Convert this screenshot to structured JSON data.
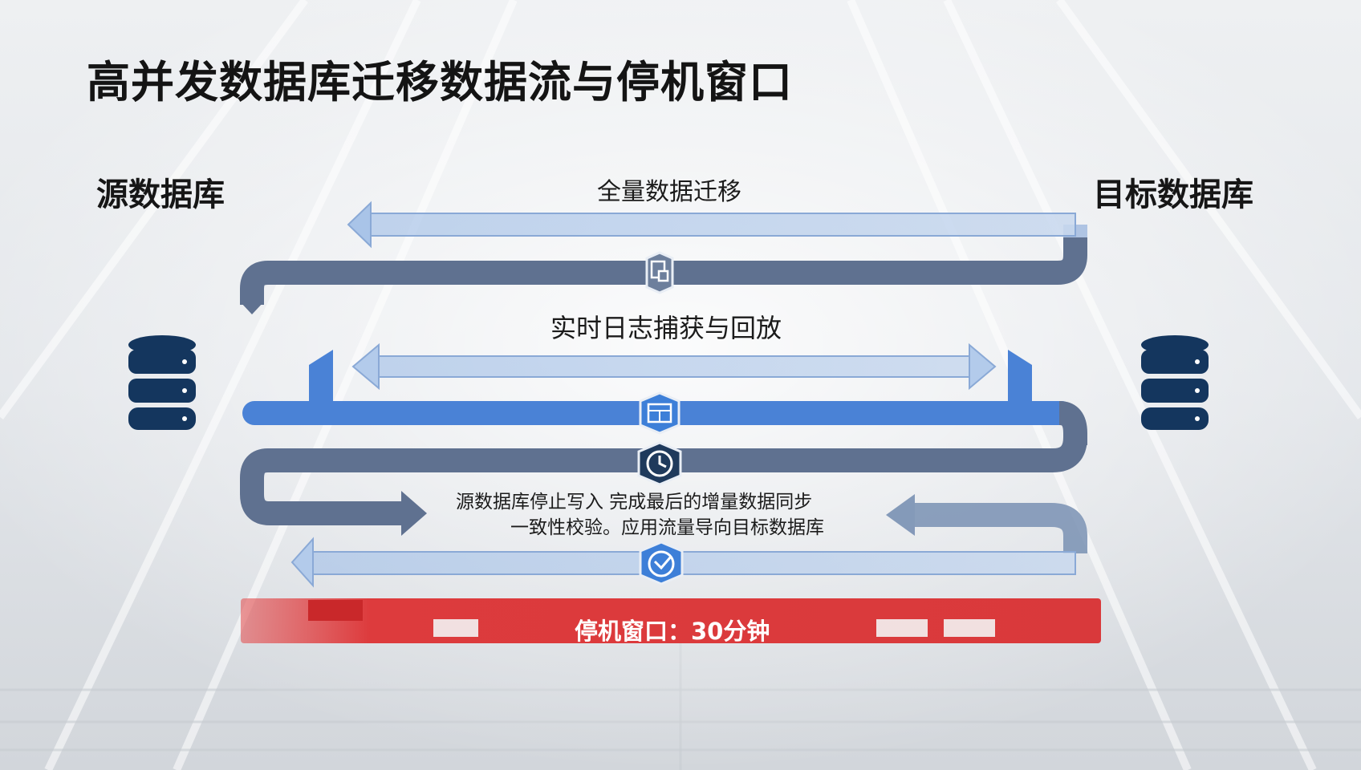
{
  "title": "高并发数据库迁移数据流与停机窗口",
  "source_label": "源数据库",
  "target_label": "目标数据库",
  "flows": {
    "full_migration": "全量数据迁移",
    "realtime_log": "实时日志捕获与回放",
    "step_line1": "源数据库停止写入 完成最后的增量数据同步",
    "step_line2": "一致性校验。应用流量导向目标数据库"
  },
  "downtime_window": "停机窗口：30分钟",
  "icons": [
    "database-icon",
    "document-icon",
    "server-icon",
    "clock-icon",
    "stopwatch-icon"
  ],
  "colors": {
    "dark_band": "#5f7190",
    "light_band": "#a8c3e6",
    "bright_band": "#4a82d6",
    "icon_dark": "#1f3a5c",
    "icon_blue": "#3d7fd8",
    "downtime": "#d93a3c"
  }
}
